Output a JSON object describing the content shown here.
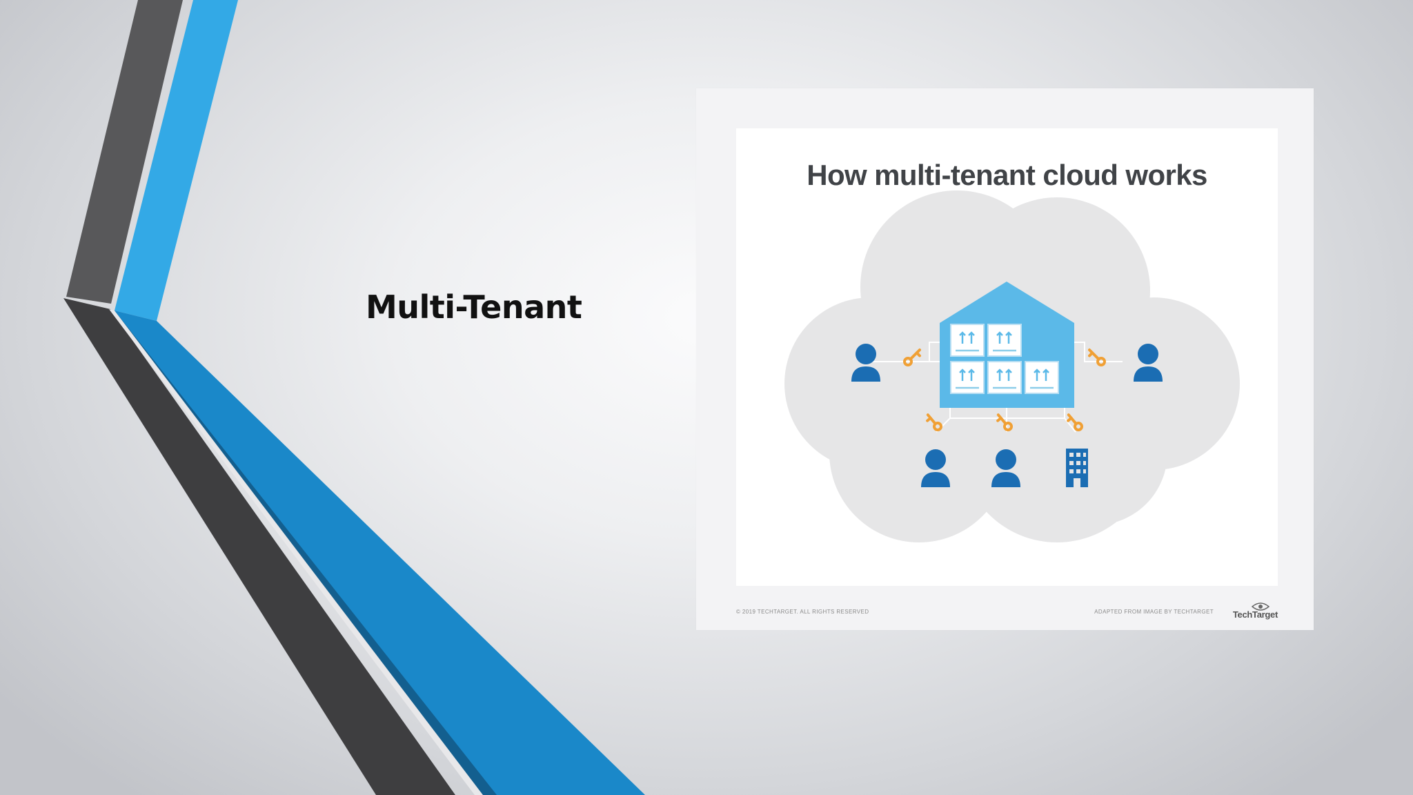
{
  "slide": {
    "title": "Multi-Tenant"
  },
  "figure": {
    "heading": "How multi-tenant cloud works",
    "credit_left": "© 2019 TECHTARGET. ALL RIGHTS RESERVED",
    "credit_right": "ADAPTED FROM IMAGE BY TECHTARGET",
    "brand": "TechTarget",
    "icons": {
      "cloud": "cloud-icon",
      "house": "house-icon",
      "user": "user-icon",
      "key": "key-icon",
      "building": "building-icon",
      "box": "box-icon"
    }
  },
  "colors": {
    "accent_blue": "#1a88c9",
    "bright_blue": "#33a9e6",
    "dark_gray": "#404042",
    "icon_blue": "#1b6db3",
    "house_blue": "#5bb9e8",
    "key_orange": "#f0a035"
  }
}
